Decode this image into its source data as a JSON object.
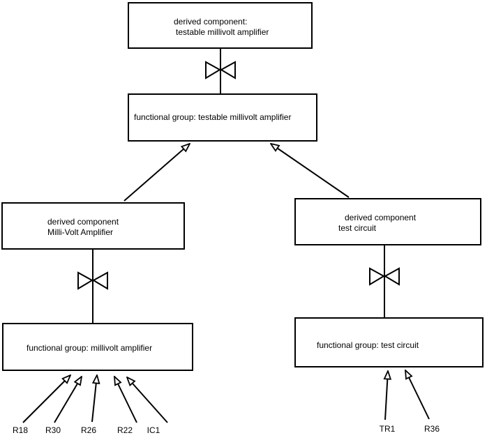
{
  "diagram": {
    "type": "component-decomposition-tree",
    "colors": {
      "line": "#000000",
      "background": "#ffffff",
      "box_fill": "#ffffff",
      "text": "#000000"
    },
    "nodes": [
      {
        "id": "derived-testable",
        "line1": "derived component:",
        "line2": "testable millivolt amplifier"
      },
      {
        "id": "fg-testable",
        "line1": "functional group: testable millivolt amplifier"
      },
      {
        "id": "derived-mva",
        "line1": "derived component",
        "line2": "Milli-Volt Amplifier"
      },
      {
        "id": "derived-tc",
        "line1": "derived component",
        "line2": "test circuit"
      },
      {
        "id": "fg-mva",
        "line1": "functional group: millivolt amplifier"
      },
      {
        "id": "fg-tc",
        "line1": "functional group: test circuit"
      }
    ],
    "leaf_labels": [
      "R18",
      "R30",
      "R26",
      "R22",
      "IC1",
      "TR1",
      "R36"
    ],
    "edges": [
      {
        "from": "fg-testable",
        "to": "derived-testable",
        "symbol": "bowtie"
      },
      {
        "from": "derived-mva",
        "to": "fg-testable",
        "symbol": "arrow"
      },
      {
        "from": "derived-tc",
        "to": "fg-testable",
        "symbol": "arrow"
      },
      {
        "from": "fg-mva",
        "to": "derived-mva",
        "symbol": "bowtie"
      },
      {
        "from": "fg-tc",
        "to": "derived-tc",
        "symbol": "bowtie"
      },
      {
        "from": "R18",
        "to": "fg-mva",
        "symbol": "arrow"
      },
      {
        "from": "R30",
        "to": "fg-mva",
        "symbol": "arrow"
      },
      {
        "from": "R26",
        "to": "fg-mva",
        "symbol": "arrow"
      },
      {
        "from": "R22",
        "to": "fg-mva",
        "symbol": "arrow"
      },
      {
        "from": "IC1",
        "to": "fg-mva",
        "symbol": "arrow"
      },
      {
        "from": "TR1",
        "to": "fg-tc",
        "symbol": "arrow"
      },
      {
        "from": "R36",
        "to": "fg-tc",
        "symbol": "arrow"
      }
    ]
  }
}
